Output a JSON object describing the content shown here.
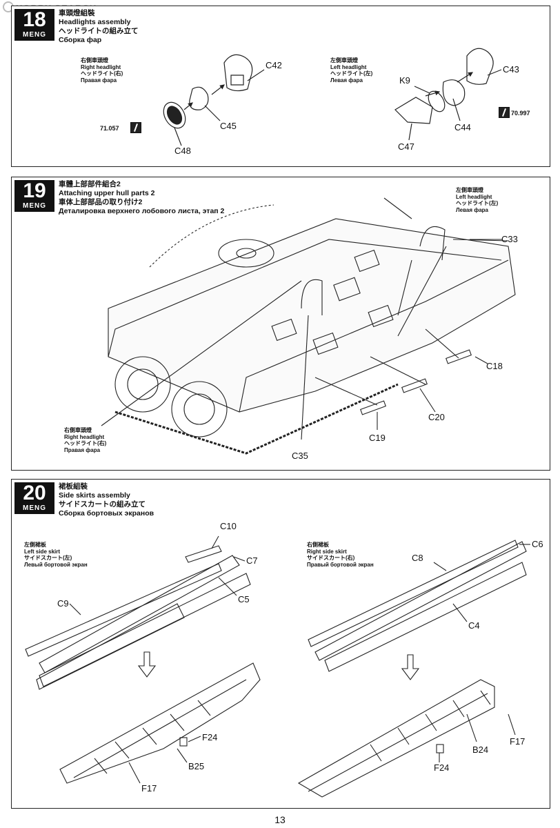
{
  "watermark": "HOBBY SEARCH",
  "page_number": "13",
  "steps": [
    {
      "number": "18",
      "brand": "MENG",
      "title_cn": "車頭燈組裝",
      "title_en": "Headlights assembly",
      "title_jp": "ヘッドライトの組み立て",
      "title_ru": "Сборка фар",
      "labels": [
        {
          "cn": "右側車頭燈",
          "en": "Right headlight",
          "jp": "ヘッドライト(右)",
          "ru": "Правая фара"
        },
        {
          "cn": "左側車頭燈",
          "en": "Left headlight",
          "jp": "ヘッドライト(左)",
          "ru": "Левая фара"
        }
      ],
      "parts": [
        "C42",
        "C45",
        "C48",
        "C43",
        "K9",
        "C44",
        "C47"
      ],
      "paints": [
        "71.057",
        "70.997"
      ]
    },
    {
      "number": "19",
      "brand": "MENG",
      "title_cn": "車體上部部件組合2",
      "title_en": "Attaching upper hull parts 2",
      "title_jp": "車体上部部品の取り付け2",
      "title_ru": "Деталировка верхнего лобового листа, этап 2",
      "labels": [
        {
          "cn": "左側車頭燈",
          "en": "Left headlight",
          "jp": "ヘッドライト(左)",
          "ru": "Левая фара"
        },
        {
          "cn": "右側車頭燈",
          "en": "Right headlight",
          "jp": "ヘッドライト(右)",
          "ru": "Правая фара"
        }
      ],
      "parts": [
        "C33",
        "C18",
        "C20",
        "C19",
        "C35"
      ]
    },
    {
      "number": "20",
      "brand": "MENG",
      "title_cn": "裙板組裝",
      "title_en": "Side skirts assembly",
      "title_jp": "サイドスカートの組み立て",
      "title_ru": "Сборка бортовых экранов",
      "labels": [
        {
          "cn": "左側裙板",
          "en": "Left side skirt",
          "jp": "サイドスカート(左)",
          "ru": "Левый бортовой экран"
        },
        {
          "cn": "右側裙板",
          "en": "Right side skirt",
          "jp": "サイドスカート(右)",
          "ru": "Правый бортовой экран"
        }
      ],
      "parts": [
        "C10",
        "C7",
        "C9",
        "C5",
        "F24",
        "B25",
        "F17",
        "C6",
        "C8",
        "C4",
        "B24",
        "F17",
        "F24"
      ]
    }
  ]
}
